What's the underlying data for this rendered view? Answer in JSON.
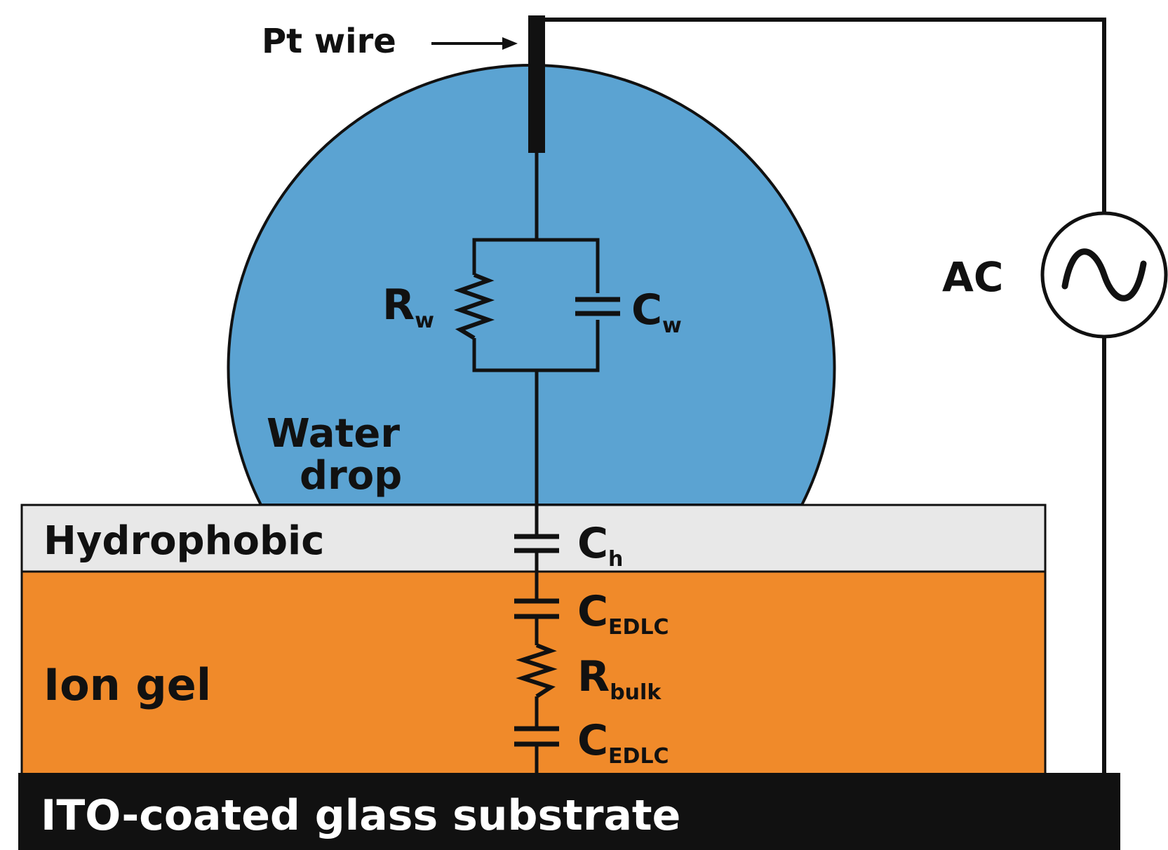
{
  "labels": {
    "pt_wire": "Pt wire",
    "water_drop_line1": "Water",
    "water_drop_line2": "drop",
    "hydrophobic": "Hydrophobic",
    "ion_gel": "Ion gel",
    "substrate": "ITO-coated glass substrate",
    "ac": "AC"
  },
  "components": {
    "rw": {
      "main": "R",
      "sub": "w"
    },
    "cw": {
      "main": "C",
      "sub": "w"
    },
    "ch": {
      "main": "C",
      "sub": "h"
    },
    "cedlc_top": {
      "main": "C",
      "sub": "EDLC"
    },
    "rbulk": {
      "main": "R",
      "sub": "bulk"
    },
    "cedlc_bottom": {
      "main": "C",
      "sub": "EDLC"
    }
  },
  "colors": {
    "water": "#5ba3d2",
    "hydrophobic": "#e8e8e8",
    "ion_gel": "#f08a2a",
    "substrate": "#111111",
    "substrate_text": "#ffffff",
    "wire": "#111111"
  },
  "icons": {
    "ac_source": "sine-wave-icon",
    "arrow": "arrow-right-icon"
  }
}
